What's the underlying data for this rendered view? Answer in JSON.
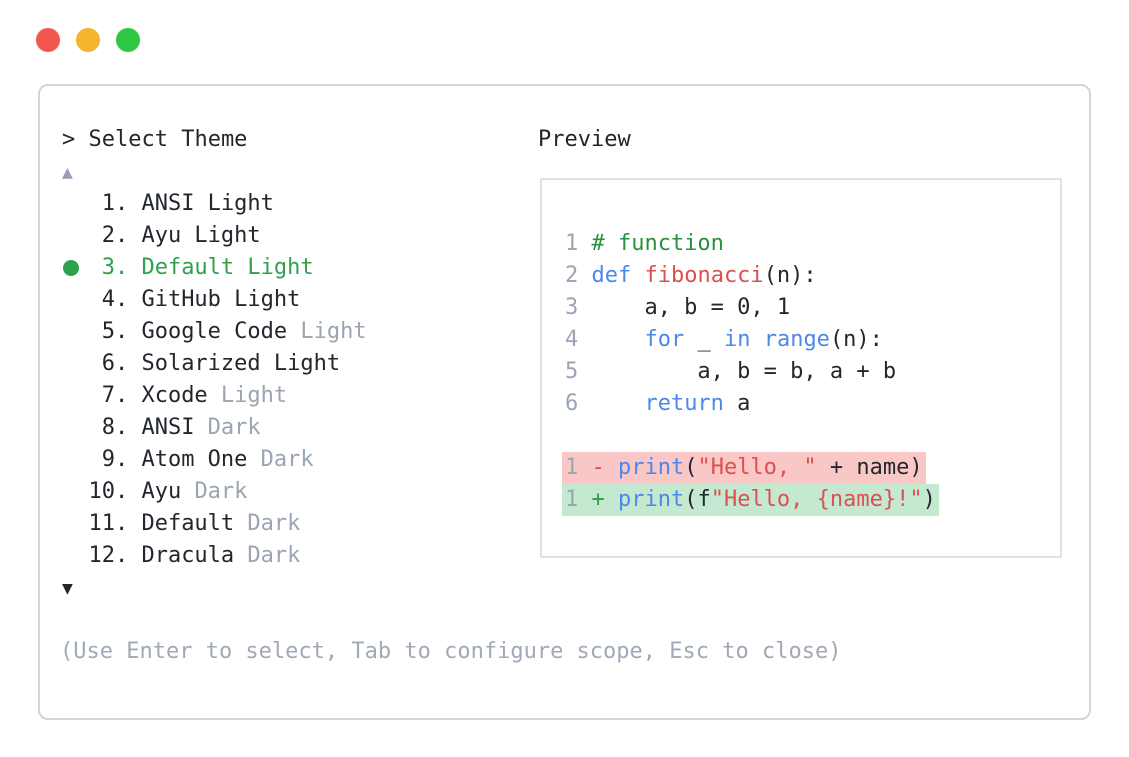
{
  "colors": {
    "text": "#22272e",
    "muted": "#9aa4b3",
    "hint": "#a0a9b8",
    "selected-green": "#2fa14d",
    "scroll-up": "#95a0b2",
    "scroll-down": "#22272e",
    "line-number": "#9aa4b2",
    "code-plain": "#22272e",
    "keyword": "#4d87ea",
    "function": "#dc5050",
    "string": "#dc5050",
    "comment": "#28913c",
    "diff-minus": "#dd4b44",
    "diff-plus": "#2f9e44",
    "diff-removed-bg": "#f9c8c6",
    "diff-added-bg": "#c5e8d1",
    "panel-border": "#cfd5de",
    "preview-border": "#dde1e8"
  },
  "window": {
    "traffic_lights": [
      {
        "name": "close",
        "color": "#f2574f"
      },
      {
        "name": "minimize",
        "color": "#f5b52f"
      },
      {
        "name": "maximize",
        "color": "#2fc644"
      }
    ]
  },
  "theme_picker": {
    "prompt": "> Select Theme",
    "scroll_up_icon": "▲",
    "scroll_down_icon": "▼",
    "selected_index": 2,
    "items": [
      {
        "number": "1.",
        "name": "ANSI Light",
        "suffix": "",
        "selected": false
      },
      {
        "number": "2.",
        "name": "Ayu Light",
        "suffix": "",
        "selected": false
      },
      {
        "number": "3.",
        "name": "Default Light",
        "suffix": "",
        "selected": true
      },
      {
        "number": "4.",
        "name": "GitHub Light",
        "suffix": "",
        "selected": false
      },
      {
        "number": "5.",
        "name": "Google Code",
        "suffix": "Light",
        "selected": false
      },
      {
        "number": "6.",
        "name": "Solarized Light",
        "suffix": "",
        "selected": false
      },
      {
        "number": "7.",
        "name": "Xcode",
        "suffix": "Light",
        "selected": false
      },
      {
        "number": "8.",
        "name": "ANSI",
        "suffix": "Dark",
        "selected": false
      },
      {
        "number": "9.",
        "name": "Atom One",
        "suffix": "Dark",
        "selected": false
      },
      {
        "number": "10.",
        "name": "Ayu",
        "suffix": "Dark",
        "selected": false
      },
      {
        "number": "11.",
        "name": "Default",
        "suffix": "Dark",
        "selected": false
      },
      {
        "number": "12.",
        "name": "Dracula",
        "suffix": "Dark",
        "selected": false
      }
    ],
    "hint": "(Use Enter to select, Tab to configure scope, Esc to close)"
  },
  "preview": {
    "label": "Preview",
    "code_lines": [
      {
        "ln": "1",
        "tokens": [
          {
            "t": "# function",
            "c": "comment"
          }
        ]
      },
      {
        "ln": "2",
        "tokens": [
          {
            "t": "def",
            "c": "keyword"
          },
          {
            "t": " ",
            "c": "plain"
          },
          {
            "t": "fibonacci",
            "c": "function"
          },
          {
            "t": "(n):",
            "c": "plain"
          }
        ]
      },
      {
        "ln": "3",
        "tokens": [
          {
            "t": "    a, b = 0, 1",
            "c": "plain"
          }
        ]
      },
      {
        "ln": "4",
        "tokens": [
          {
            "t": "    ",
            "c": "plain"
          },
          {
            "t": "for",
            "c": "keyword"
          },
          {
            "t": " _ ",
            "c": "plain"
          },
          {
            "t": "in",
            "c": "keyword"
          },
          {
            "t": " ",
            "c": "plain"
          },
          {
            "t": "range",
            "c": "keyword"
          },
          {
            "t": "(n):",
            "c": "plain"
          }
        ]
      },
      {
        "ln": "5",
        "tokens": [
          {
            "t": "        a, b = b, a + b",
            "c": "plain"
          }
        ]
      },
      {
        "ln": "6",
        "tokens": [
          {
            "t": "    ",
            "c": "plain"
          },
          {
            "t": "return",
            "c": "keyword"
          },
          {
            "t": " a",
            "c": "plain"
          }
        ]
      },
      {
        "ln": "",
        "tokens": []
      },
      {
        "ln": "1",
        "diff": "removed",
        "tokens": [
          {
            "t": "-",
            "c": "diff-minus"
          },
          {
            "t": " ",
            "c": "plain"
          },
          {
            "t": "print",
            "c": "keyword"
          },
          {
            "t": "(",
            "c": "plain"
          },
          {
            "t": "\"Hello, \"",
            "c": "string"
          },
          {
            "t": " + name)",
            "c": "plain"
          }
        ]
      },
      {
        "ln": "1",
        "diff": "added",
        "tokens": [
          {
            "t": "+",
            "c": "diff-plus"
          },
          {
            "t": " ",
            "c": "plain"
          },
          {
            "t": "print",
            "c": "keyword"
          },
          {
            "t": "(f",
            "c": "plain"
          },
          {
            "t": "\"Hello, {name}!\"",
            "c": "string"
          },
          {
            "t": ")",
            "c": "plain"
          }
        ]
      }
    ]
  }
}
